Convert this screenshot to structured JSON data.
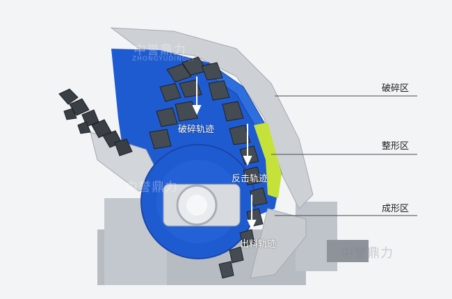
{
  "zones": {
    "crushing": "破碎区",
    "shaping": "整形区",
    "forming": "成形区"
  },
  "tracks": {
    "crushing": "破碎轨迹",
    "impact": "反击轨迹",
    "discharge": "出料轨迹"
  },
  "watermark": {
    "cn": "中誉鼎力",
    "en": "ZHONGYUDINGLI"
  },
  "colors": {
    "blue_liner": "#1f5bd0",
    "yellow_zone": "#c6e23a",
    "steel": "#c7cbd0",
    "background": "#f3f4f5"
  }
}
